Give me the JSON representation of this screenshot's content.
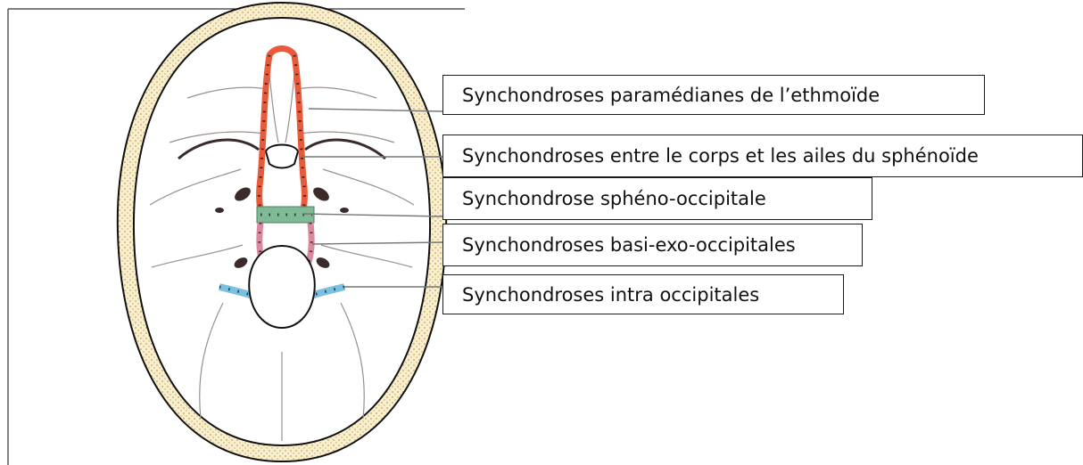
{
  "colors": {
    "bone_fill": "#f7efd0",
    "bone_dots": "#c7a24c",
    "outline": "#111111",
    "fissure": "#3a2a2a",
    "ethmoid_sphenoid_synchondrosis": "#e85a3a",
    "spheno_occipital_synchondrosis": "#7fb996",
    "basi_exo_occipital_synchondrosis": "#d98aa0",
    "intra_occipital_synchondrosis": "#7cc0e0",
    "leader_line": "#777777"
  },
  "icons": [
    "skull-base-illustration"
  ],
  "labels": [
    {
      "text": "Synchondroses paramédianes de l’ethmoïde"
    },
    {
      "text": "Synchondroses entre le corps et les ailes du sphénoïde"
    },
    {
      "text": "Synchondrose sphéno-occipitale"
    },
    {
      "text": "Synchondroses basi-exo-occipitales"
    },
    {
      "text": "Synchondroses intra occipitales"
    }
  ]
}
